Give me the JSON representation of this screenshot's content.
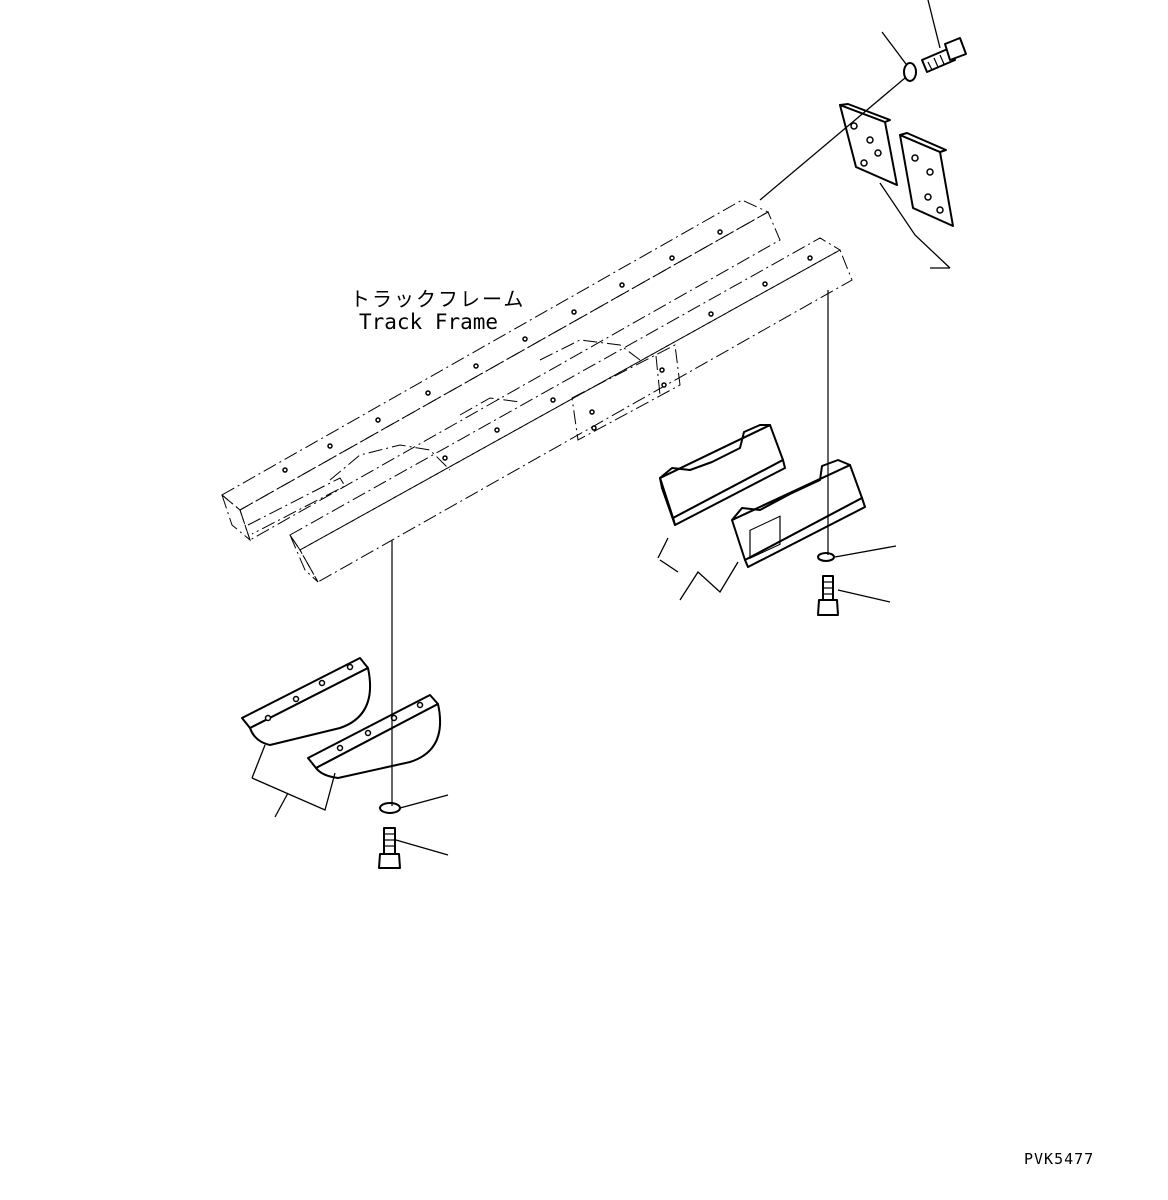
{
  "labels": {
    "part_name_jp": "トラックフレーム",
    "part_name_en": "Track Frame",
    "drawing_code": "PVK5477"
  }
}
